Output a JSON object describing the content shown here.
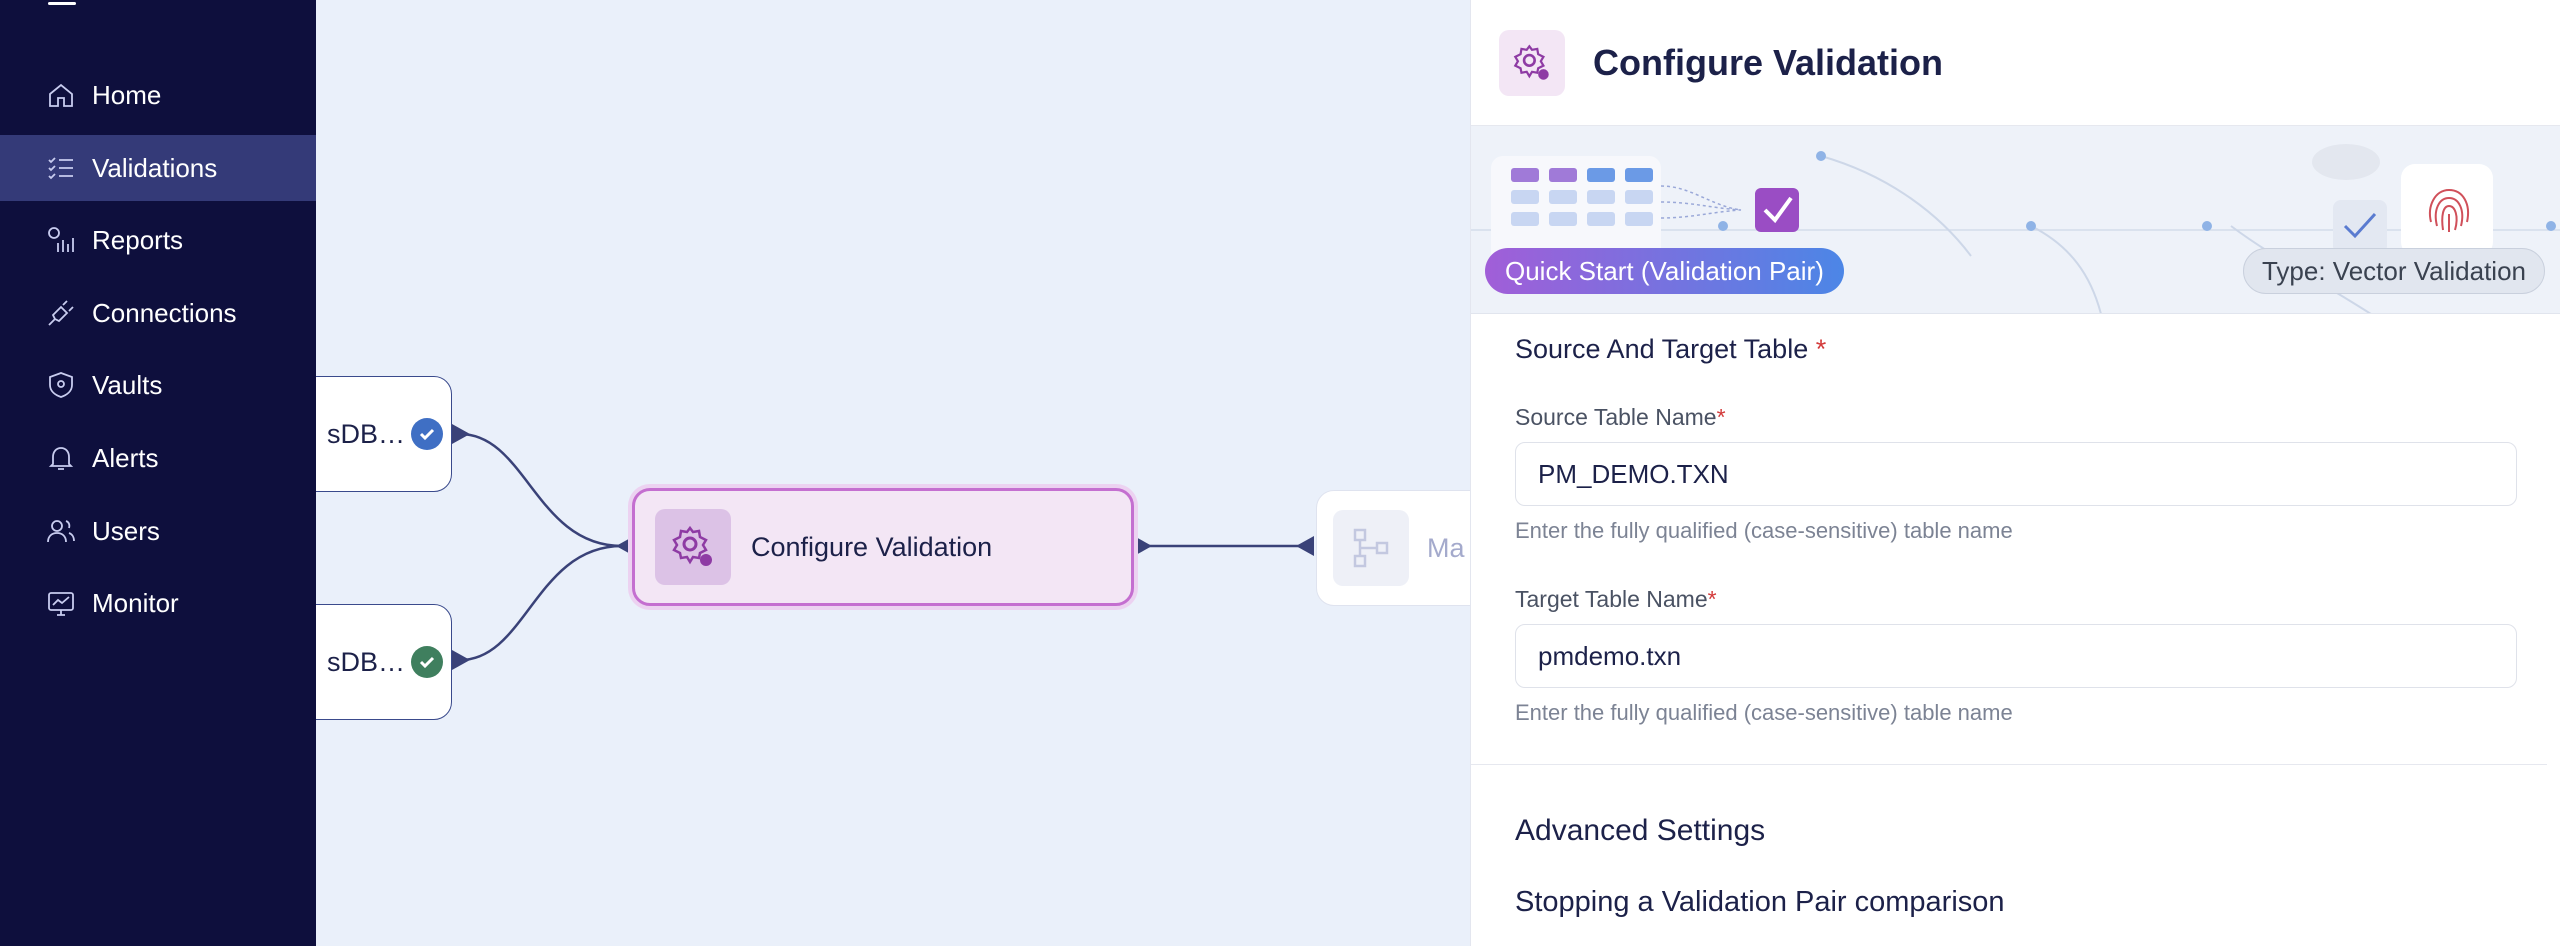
{
  "sidebar": {
    "items": [
      {
        "label": "Home",
        "icon": "home-icon"
      },
      {
        "label": "Validations",
        "icon": "checklist-icon",
        "active": true
      },
      {
        "label": "Reports",
        "icon": "reports-icon"
      },
      {
        "label": "Connections",
        "icon": "plug-icon"
      },
      {
        "label": "Vaults",
        "icon": "shield-icon"
      },
      {
        "label": "Alerts",
        "icon": "bell-icon"
      },
      {
        "label": "Users",
        "icon": "users-icon"
      },
      {
        "label": "Monitor",
        "icon": "monitor-icon"
      }
    ]
  },
  "canvas": {
    "source_node_top": {
      "label": "sDB…",
      "status": "blue-check"
    },
    "source_node_bottom": {
      "label": "sDB…",
      "status": "green-check"
    },
    "main_node": {
      "label": "Configure Validation"
    },
    "next_node": {
      "label": "Ma"
    }
  },
  "panel": {
    "title": "Configure Validation",
    "banner": {
      "left_pill": "Quick Start (Validation Pair)",
      "right_pill": "Type: Vector Validation"
    },
    "section_title": "Source And Target Table",
    "required_mark": "*",
    "source": {
      "label": "Source Table Name",
      "value": "PM_DEMO.TXN",
      "help": "Enter the fully qualified (case-sensitive) table name"
    },
    "target": {
      "label": "Target Table Name",
      "value": "pmdemo.txn",
      "help": "Enter the fully qualified (case-sensitive) table name"
    },
    "advanced_title": "Advanced Settings",
    "stopping_title": "Stopping a Validation Pair comparison"
  },
  "colors": {
    "sidebar_bg": "#0e0f3d",
    "sidebar_active": "#343a78",
    "accent_purple": "#a15ed8",
    "accent_blue": "#4c86e6",
    "check_blue": "#3f6fc4",
    "check_green": "#3f7f5e"
  }
}
